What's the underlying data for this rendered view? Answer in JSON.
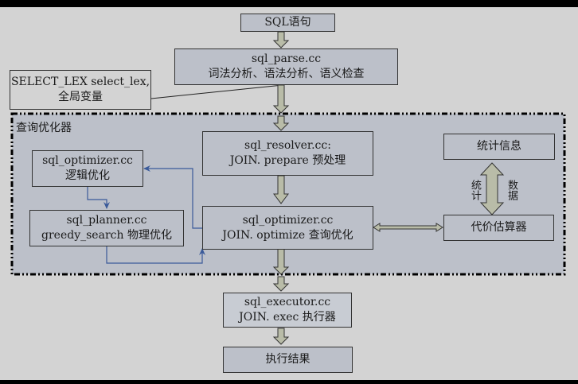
{
  "diagram": {
    "nodes": {
      "sql_statement": {
        "lines": [
          "SQL语句"
        ]
      },
      "sql_parse": {
        "lines": [
          "sql_parse.cc",
          "词法分析、语法分析、语义检查"
        ]
      },
      "select_lex": {
        "lines": [
          "SELECT_LEX select_lex,",
          "全局变量"
        ]
      },
      "sql_resolver": {
        "lines": [
          "sql_resolver.cc:",
          "JOIN. prepare 预处理"
        ]
      },
      "sql_optimizer_logic": {
        "lines": [
          "sql_optimizer.cc",
          "逻辑优化"
        ]
      },
      "sql_planner": {
        "lines": [
          "sql_planner.cc",
          "greedy_search 物理优化"
        ]
      },
      "sql_optimizer_main": {
        "lines": [
          "sql_optimizer.cc",
          "JOIN. optimize 查询优化"
        ]
      },
      "statistics": {
        "lines": [
          "统计信息"
        ]
      },
      "cost_estimator": {
        "lines": [
          "代价估算器"
        ]
      },
      "sql_executor": {
        "lines": [
          "sql_executor.cc",
          "JOIN. exec 执行器"
        ]
      },
      "result": {
        "lines": [
          "执行结果"
        ]
      }
    },
    "region_label": "查询优化器",
    "edge_labels": {
      "stats_left": "统计",
      "stats_right": "数据"
    }
  }
}
